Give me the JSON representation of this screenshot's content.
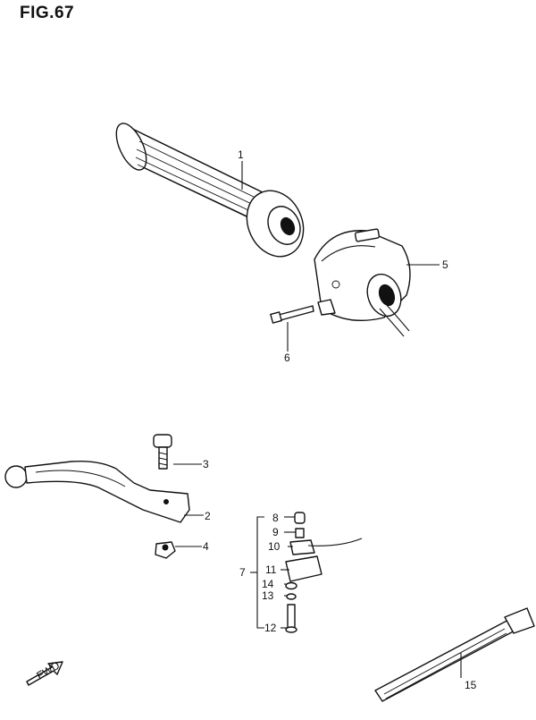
{
  "figure": {
    "title": "FIG.67"
  },
  "callouts": {
    "p1": "1",
    "p2": "2",
    "p3": "3",
    "p4": "4",
    "p5": "5",
    "p6": "6",
    "p7": "7",
    "p8": "8",
    "p9": "9",
    "p10": "10",
    "p11": "11",
    "p12": "12",
    "p13": "13",
    "p14": "14",
    "p15": "15"
  },
  "direction_marker": {
    "label": "FWD"
  }
}
